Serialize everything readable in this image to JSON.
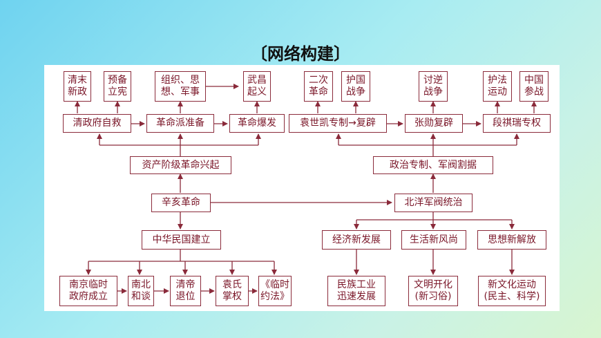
{
  "title": "〔网络构建〕",
  "nodes": {
    "qingmo": "清末\n新政",
    "yubei": "预备\n立宪",
    "zuzhi": "组织、思\n想、军事",
    "wuchang": "武昌\n起义",
    "erci": "二次\n革命",
    "huguo": "护国\n战争",
    "taoni": "讨逆\n战争",
    "hufa": "护法\n运动",
    "zhongguo": "中国\n参战",
    "qingzhengfu": "清政府自救",
    "paizhunbei": "革命派准备",
    "geming_baofa": "革命爆发",
    "yuan": "袁世凯专制→复辟",
    "zhangxun": "张勋复辟",
    "duan": "段祺瑞专权",
    "zichan": "资产阶级革命兴起",
    "zhengzhi": "政治专制、军阀割据",
    "xinhai": "辛亥革命",
    "beiyang": "北洋军阀统治",
    "minguo": "中华民国建立",
    "jingji": "经济新发展",
    "shenghuo": "生活新风尚",
    "sixiang": "思想新解放",
    "nanjing": "南京临时\n政府成立",
    "nanbei": "南北\n和谈",
    "qingdi": "清帝\n退位",
    "yuanshi": "袁氏\n掌权",
    "linshi": "《临时\n约法》",
    "minzu": "民族工业\n迅速发展",
    "wenming": "文明开化\n(新习俗)",
    "xinwenhua": "新文化运动\n(民主、科学)"
  }
}
